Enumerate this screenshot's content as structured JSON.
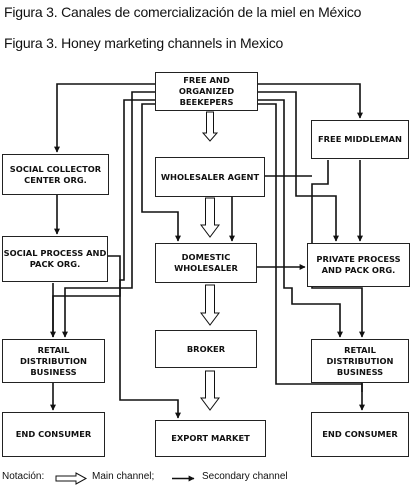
{
  "title_es": "Figura 3. Canales de comercialización de la miel en México",
  "title_en": "Figura 3.  Honey marketing channels in Mexico",
  "nodes": {
    "beekepers": "FREE AND ORGANIZED\nBEEKEPERS",
    "middleman": "FREE MIDDLEMAN",
    "collector": "SOCIAL COLLECTOR\nCENTER ORG.",
    "wholesaler_agent": "WHOLESALER AGENT",
    "social_process": "SOCIAL PROCESS AND\nPACK ORG.",
    "domestic_wholesaler": "DOMESTIC\nWHOLESALER",
    "private_process": "PRIVATE PROCESS\nAND PACK ORG.",
    "broker": "BROKER",
    "retail_left": "RETAIL DISTRIBUTION\nBUSINESS",
    "retail_right": "RETAIL DISTRIBUTION\nBUSINESS",
    "end_left": "END CONSUMER",
    "export": "EXPORT MARKET",
    "end_right": "END CONSUMER"
  },
  "legend": {
    "prefix": "Notación:",
    "main": "Main channel;",
    "secondary": "Secondary channel"
  }
}
